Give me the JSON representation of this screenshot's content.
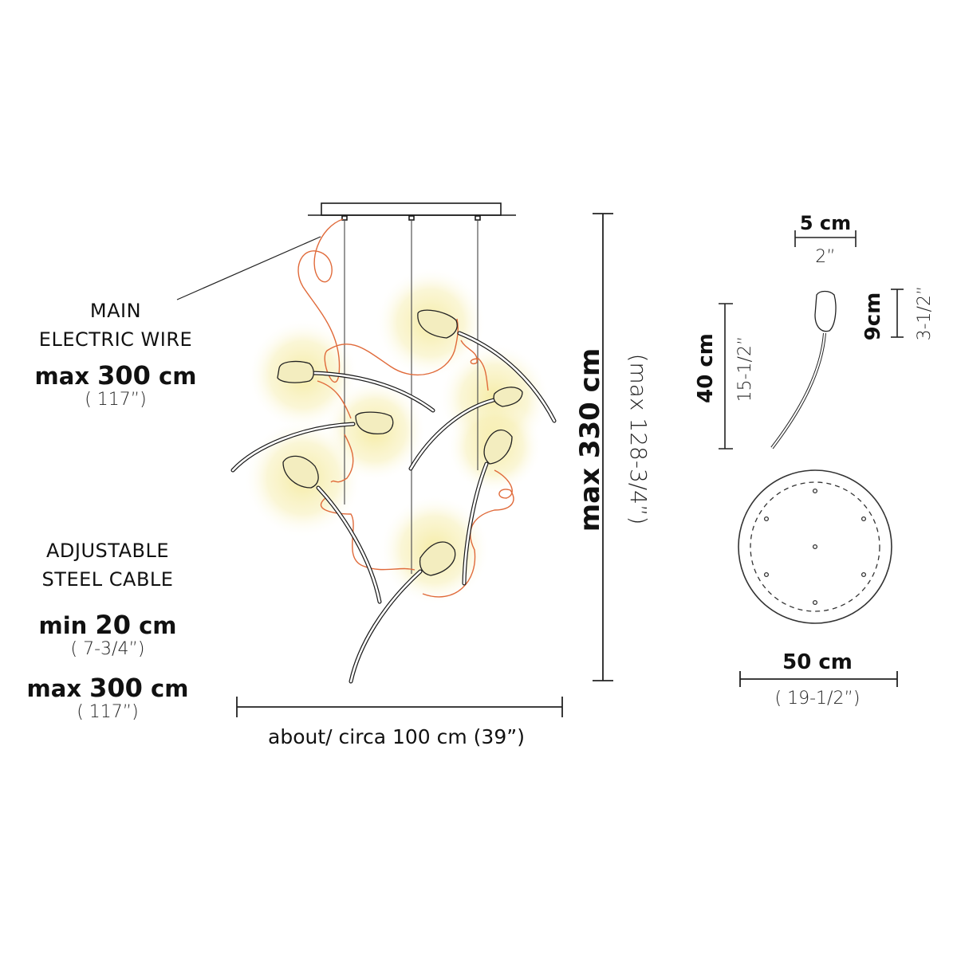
{
  "diagram": {
    "type": "technical dimension drawing — pendant lamp",
    "colors": {
      "line": "#1a1a1a",
      "cable": "#555555",
      "electric_wire": "#e06a3a",
      "glow": "#f5eba0",
      "shade_fill": "#f3edbf"
    }
  },
  "labels": {
    "main_wire": {
      "line1": "MAIN",
      "line2": "ELECTRIC WIRE",
      "max_prefix": "max",
      "max_value": "300",
      "max_unit": "cm",
      "inches": "( 117”)"
    },
    "steel_cable": {
      "line1": "ADJUSTABLE",
      "line2": "STEEL CABLE",
      "min_prefix": "min",
      "min_value": "20",
      "min_unit": "cm",
      "min_inches": "( 7-3/4”)",
      "max_prefix": "max",
      "max_value": "300",
      "max_unit": "cm",
      "max_inches": "( 117”)"
    },
    "width_dimension": "about/ circa 100 cm (39”)",
    "height_dimension": {
      "metric": "max 330 cm",
      "imperial": "(max 128-3/4”)"
    },
    "flower_detail": {
      "width_metric": "5 cm",
      "width_imperial": "2”",
      "head_height_metric": "9cm",
      "head_height_imperial": "3-1/2”",
      "total_length_metric": "40 cm",
      "total_length_imperial": "15-1/2”"
    },
    "canopy_detail": {
      "diameter_metric": "50 cm",
      "diameter_imperial": "( 19-1/2”)",
      "holes": 7
    }
  }
}
